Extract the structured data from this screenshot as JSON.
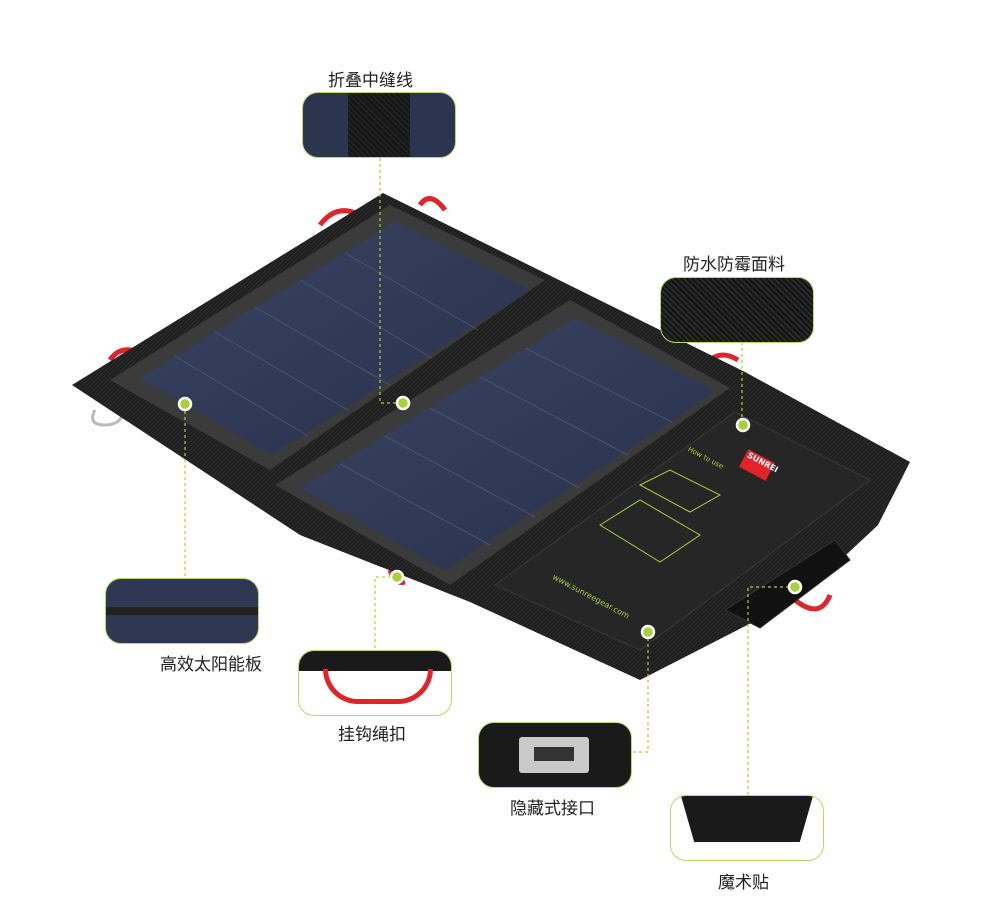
{
  "callouts": {
    "fold_seam": "折叠中缝线",
    "fabric": "防水防霉面料",
    "solar_panel": "高效太阳能板",
    "hook_loop": "挂钩绳扣",
    "hidden_port": "隐藏式接口",
    "velcro": "魔术贴"
  },
  "product_label": {
    "brand": "SUNREI",
    "how_to_use": "How to use",
    "website": "www.sunreegear.com"
  },
  "colors": {
    "accent": "#a6d13a",
    "fabric": "#1e1e1e",
    "cell": "#2c3550",
    "strap": "#e0242a"
  }
}
